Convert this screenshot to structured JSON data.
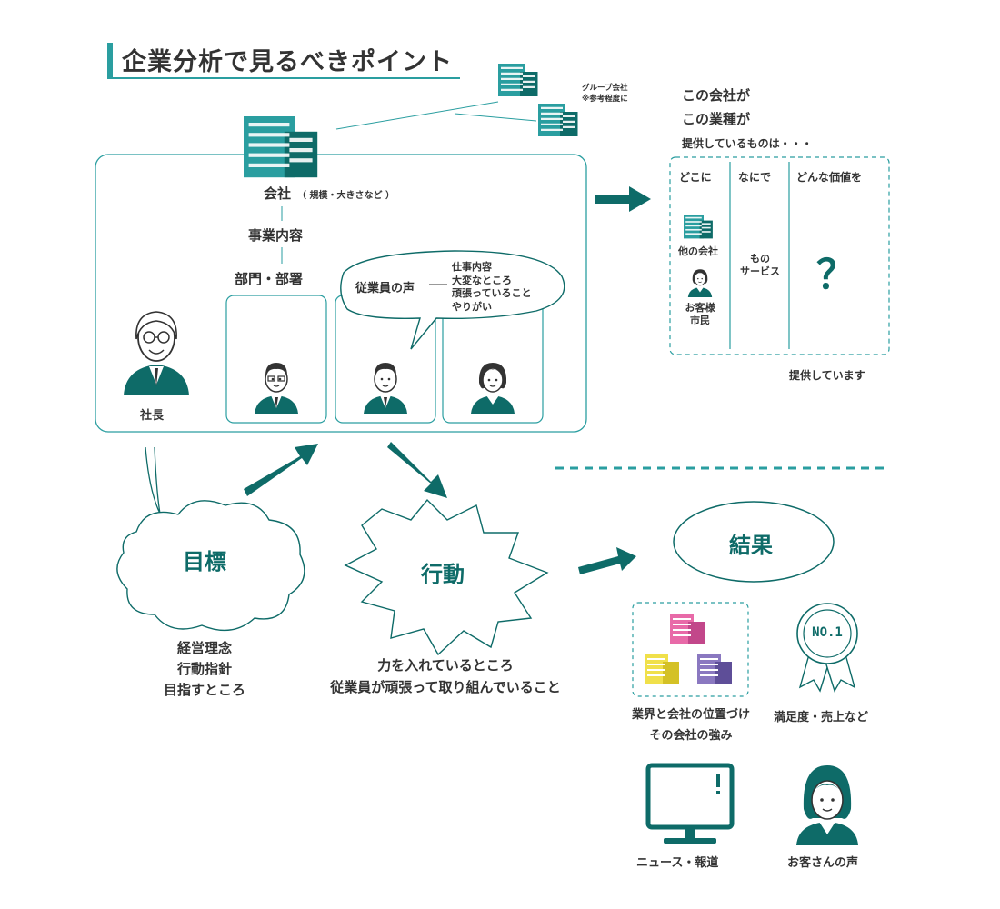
{
  "colors": {
    "teal": "#2a9ea0",
    "dark_teal": "#0e6b68",
    "text": "#333333",
    "pink": "#e86aa8",
    "yellow": "#f0e04a",
    "purple": "#7a68b0"
  },
  "title": "企業分析で見るべきポイント",
  "group_company": {
    "line1": "グループ会社",
    "line2": "※参考程度に"
  },
  "company": {
    "label": "会社",
    "note": "（ 規模・大きさなど ）",
    "business": "事業内容",
    "department": "部門・部署",
    "president": "社長"
  },
  "employee_bubble": {
    "label": "従業員の声",
    "items": [
      "仕事内容",
      "大変なところ",
      "頑張っていること",
      "やりがい"
    ]
  },
  "provide": {
    "intro": [
      "この会社が",
      "この業種が",
      "提供しているものは・・・"
    ],
    "headers": [
      "どこに",
      "なにで",
      "どんな価値を"
    ],
    "where": [
      "他の会社",
      "お客様",
      "市民"
    ],
    "what": [
      "もの",
      "サービス"
    ],
    "value": "？",
    "footer": "提供しています"
  },
  "goal": {
    "label": "目標",
    "items": [
      "経営理念",
      "行動指針",
      "目指すところ"
    ]
  },
  "action": {
    "label": "行動",
    "items": [
      "力を入れているところ",
      "従業員が頑張って取り組んでいること"
    ]
  },
  "result": {
    "label": "結果",
    "position": [
      "業界と会社の位置づけ",
      "その会社の強み"
    ],
    "satisfaction": "満足度・売上など",
    "badge": "NO.1",
    "news": "ニュース・報道",
    "customer_voice": "お客さんの声"
  }
}
